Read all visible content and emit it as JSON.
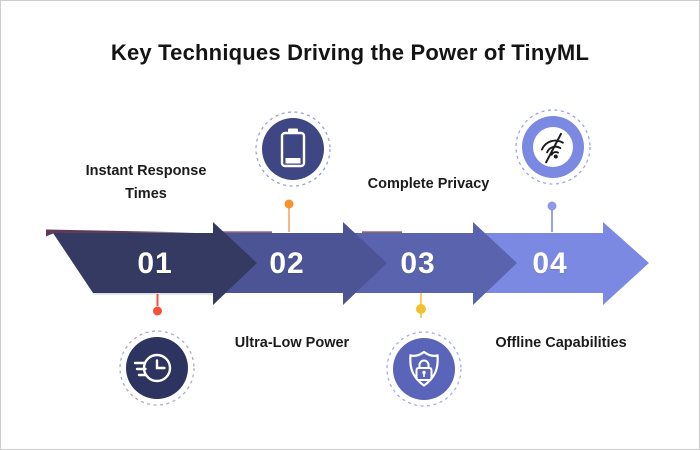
{
  "title": "Key Techniques Driving the Power of TinyML",
  "steps": [
    {
      "number": "01",
      "label": "Instant Response Times",
      "icon": "speed-clock-icon",
      "segment_color": "#353a62",
      "accent_color": "#f4503a",
      "icon_bg": "#2e3460"
    },
    {
      "number": "02",
      "label": "Ultra-Low Power",
      "icon": "battery-icon",
      "segment_color": "#4c5496",
      "accent_color": "#f8922e",
      "icon_bg": "#3e4784"
    },
    {
      "number": "03",
      "label": "Complete Privacy",
      "icon": "shield-lock-icon",
      "segment_color": "#5a64ae",
      "accent_color": "#f2c12e",
      "icon_bg": "#5a64b8"
    },
    {
      "number": "04",
      "label": "Offline Capabilities",
      "icon": "wifi-off-icon",
      "segment_color": "#7c89e2",
      "accent_color": "#8e99ea",
      "icon_bg": "#7c89e2"
    }
  ]
}
